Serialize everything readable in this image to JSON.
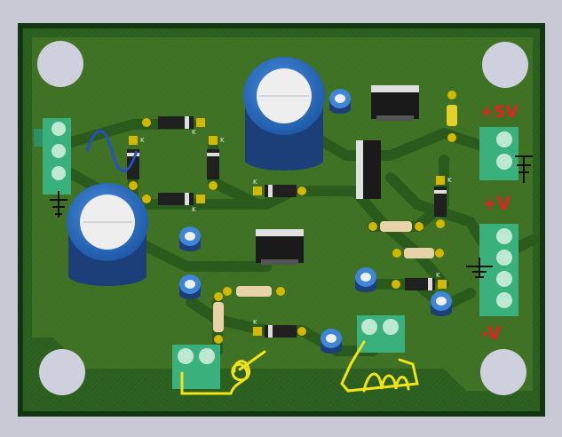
{
  "colors": {
    "background": "#c9c9d6",
    "board_outline": "#123512",
    "board_fill": "#2b5e1f",
    "copper_fill": "#4a7a2a",
    "trace": "#3f6f26",
    "mounting_hole": "#cfd0de",
    "pad": "#d4b800",
    "silkscreen": "#f0f0f0",
    "annotation_red": "#e32222",
    "annotation_yellow": "#f2e21a",
    "ac_symbol": "#2450c8",
    "capacitor_body": "#3178c8",
    "capacitor_top": "#eeeeee",
    "terminal_block": "#3ab07c",
    "regulator": "#1a1a1a"
  },
  "labels": {
    "plus5v": "+5V",
    "plusv": "+V",
    "minusv": "-V"
  },
  "diode_marks": [
    "K",
    "K",
    "K",
    "K",
    "K",
    "K",
    "K",
    "K"
  ]
}
